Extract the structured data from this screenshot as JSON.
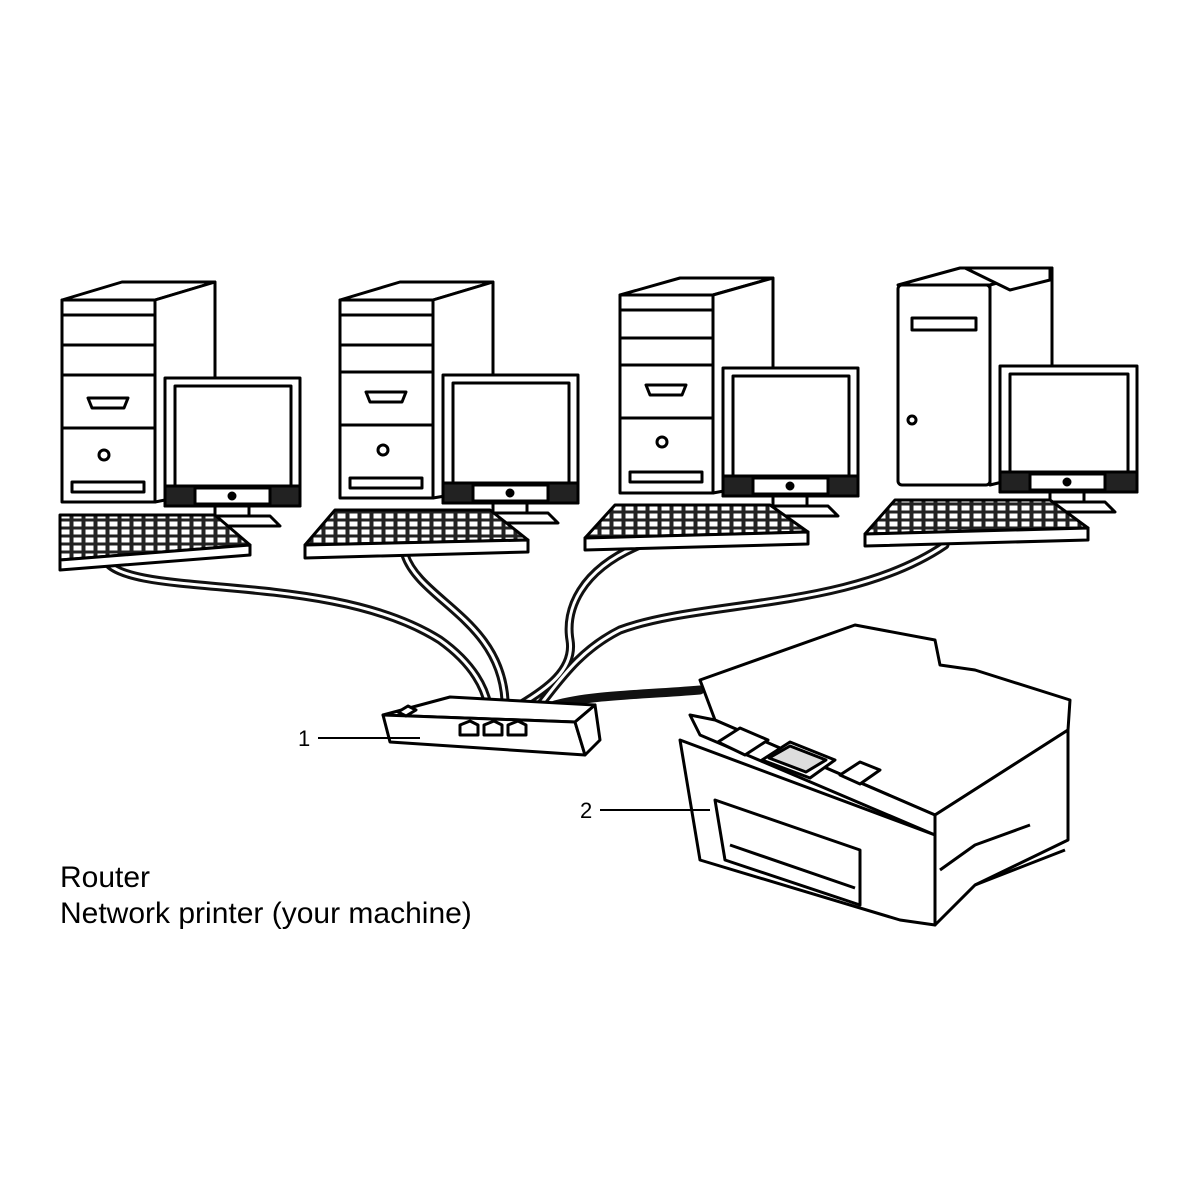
{
  "callouts": [
    {
      "number": "1",
      "name": "Router"
    },
    {
      "number": "2",
      "name": "Network printer (your machine)"
    }
  ],
  "legend": {
    "item_1": "Router",
    "item_2": "Network printer (your machine)"
  },
  "computers": [
    {
      "id": "computer-1",
      "type": "tower"
    },
    {
      "id": "computer-2",
      "type": "tower"
    },
    {
      "id": "computer-3",
      "type": "tower"
    },
    {
      "id": "computer-4",
      "type": "mac-tower"
    }
  ],
  "colors": {
    "stroke": "#000000",
    "fill": "#ffffff",
    "cable": "#111111",
    "shade": "#dddddd"
  }
}
